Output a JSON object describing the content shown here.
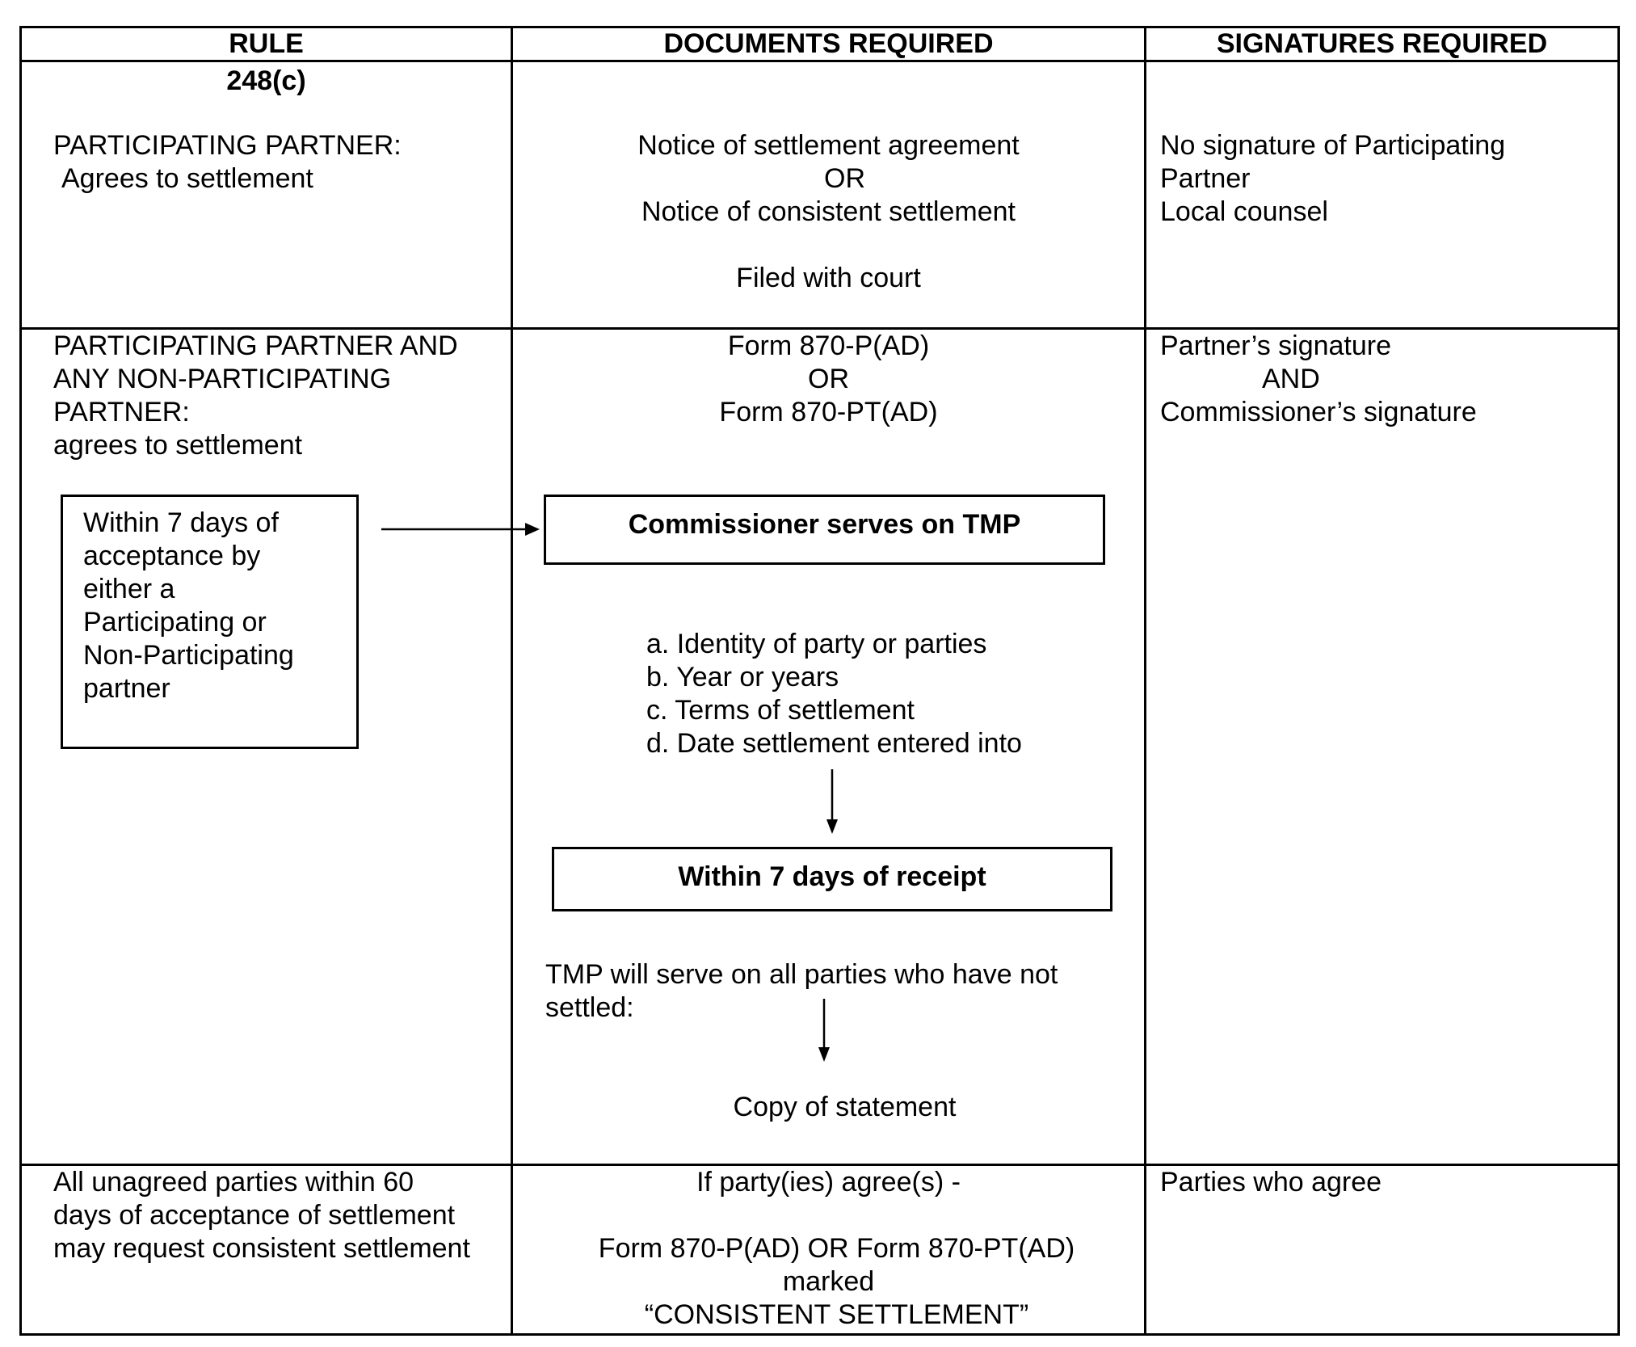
{
  "headers": {
    "rule": "RULE",
    "documents": "DOCUMENTS REQUIRED",
    "signatures": "SIGNATURES REQUIRED"
  },
  "row1": {
    "rule_number": "248(c)",
    "rule_line1": "PARTICIPATING PARTNER:",
    "rule_line2": "Agrees to settlement",
    "doc_line1": "Notice of settlement agreement",
    "doc_line2": "OR",
    "doc_line3": "Notice of consistent settlement",
    "doc_line4": "Filed with court",
    "sig_line1": "No signature of Participating",
    "sig_line2": "Partner",
    "sig_line3": "Local counsel"
  },
  "row2": {
    "rule_line1": "PARTICIPATING PARTNER AND",
    "rule_line2": "ANY NON-PARTICIPATING",
    "rule_line3": "PARTNER:",
    "rule_line4": "agrees to settlement",
    "within_box": [
      "Within 7 days of",
      "acceptance by",
      "either a",
      "Participating or",
      "Non-Participating",
      "partner"
    ],
    "doc_line1": "Form 870-P(AD)",
    "doc_line2": "OR",
    "doc_line3": "Form 870-PT(AD)",
    "commissioner_box": "Commissioner serves on TMP",
    "list": [
      "a. Identity of party or parties",
      "b. Year or years",
      "c. Terms of settlement",
      "d. Date settlement entered into"
    ],
    "receipt_box": "Within 7 days of receipt",
    "tmp_line1": "TMP will serve on all parties who have not",
    "tmp_line2": "settled:",
    "copy": "Copy of statement",
    "sig_line1": "Partner’s signature",
    "sig_line2": "AND",
    "sig_line3": "Commissioner’s signature"
  },
  "row3": {
    "rule_line1": "All unagreed parties within 60",
    "rule_line2": "days of acceptance of settlement",
    "rule_line3": "may request consistent settlement",
    "doc_line1": "If party(ies) agree(s) -",
    "doc_line2": "Form 870-P(AD) OR Form 870-PT(AD)",
    "doc_line3": "marked",
    "doc_line4": "“CONSISTENT SETTLEMENT”",
    "sig_line1": "Parties who agree"
  }
}
